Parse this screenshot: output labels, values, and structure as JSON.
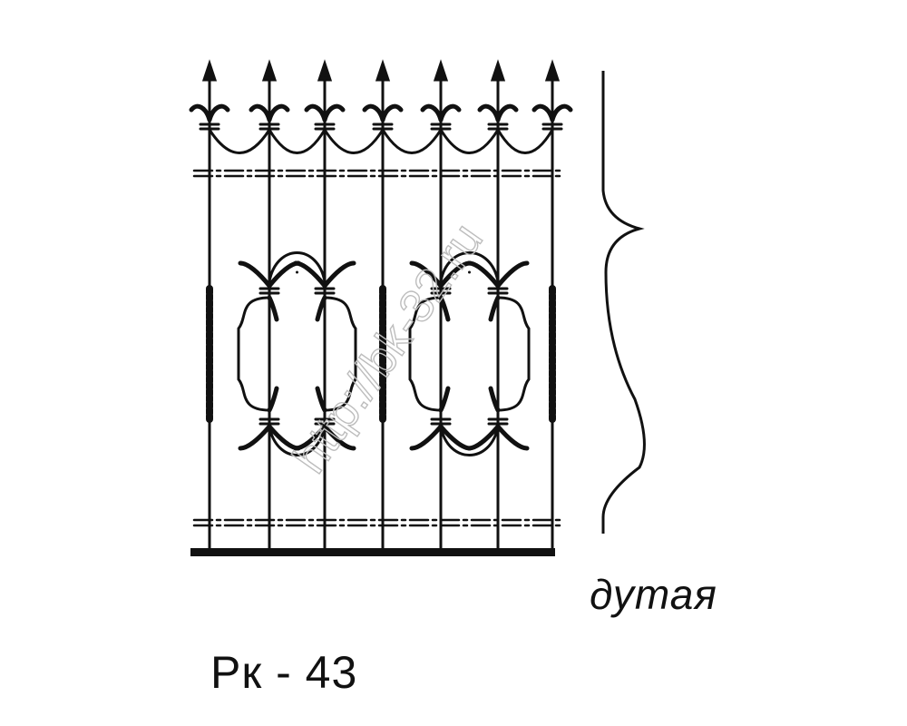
{
  "drawing": {
    "type_label": "дутая",
    "code_label": "Рк - 43",
    "watermark": "http://bk-32.ru",
    "line_color": "#111111",
    "watermark_color": "#bdbdbd"
  }
}
